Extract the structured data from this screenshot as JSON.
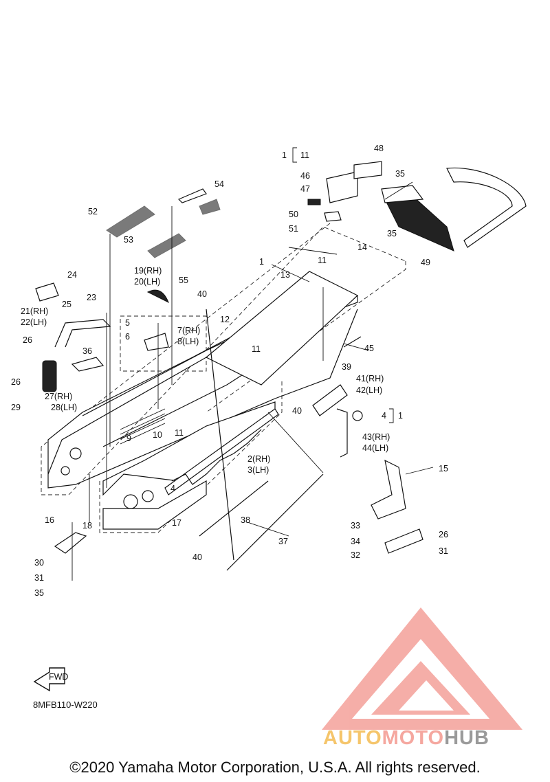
{
  "diagram": {
    "code": "8MFB110-W220",
    "fwd_label": "FWD",
    "copyright": "©2020 Yamaha Motor Corporation, U.S.A. All rights reserved.",
    "watermark": {
      "part1": "AUTO",
      "part2": "MOTO",
      "part3": "HUB",
      "colors": [
        "#f5c56b",
        "#f5a79f",
        "#9a9a9a"
      ]
    },
    "bracket_labels": {
      "top": "1",
      "top_inner": "11",
      "right": "4",
      "right_outer": "1"
    },
    "callouts": {
      "c2": "2(RH)",
      "c3": "3(LH)",
      "c4": "4",
      "c5": "5",
      "c6": "6",
      "c7": "7(RH)",
      "c8": "8(LH)",
      "c9": "9",
      "c10": "10",
      "c11a": "11",
      "c11b": "11",
      "c11c": "11",
      "c1": "1",
      "c12": "12",
      "c13": "13",
      "c14": "14",
      "c15": "15",
      "c16": "16",
      "c17": "17",
      "c18": "18",
      "c19": "19(RH)",
      "c20": "20(LH)",
      "c21": "21(RH)",
      "c22": "22(LH)",
      "c23": "23",
      "c24": "24",
      "c25": "25",
      "c26a": "26",
      "c26b": "26",
      "c26c": "26",
      "c27": "27(RH)",
      "c28": "28(LH)",
      "c29": "29",
      "c30": "30",
      "c31a": "31",
      "c31b": "31",
      "c32": "32",
      "c33": "33",
      "c34": "34",
      "c35a": "35",
      "c35b": "35",
      "c35c": "35",
      "c36": "36",
      "c37": "37",
      "c38": "38",
      "c39": "39",
      "c40a": "40",
      "c40b": "40",
      "c40c": "40",
      "c41": "41(RH)",
      "c42": "42(LH)",
      "c43": "43(RH)",
      "c44": "44(LH)",
      "c45": "45",
      "c46": "46",
      "c47": "47",
      "c48": "48",
      "c49": "49",
      "c50": "50",
      "c51": "51",
      "c52": "52",
      "c53": "53",
      "c54": "54",
      "c55": "55"
    }
  }
}
